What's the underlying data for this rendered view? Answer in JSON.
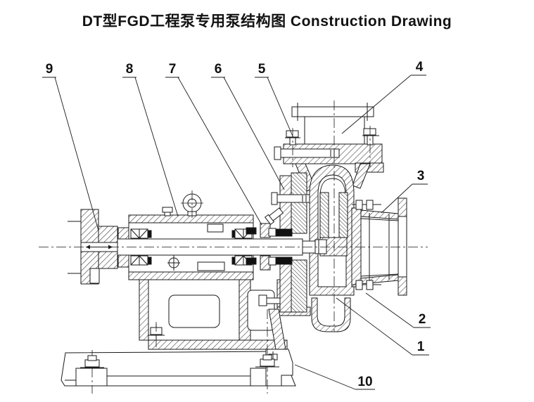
{
  "title": {
    "text": "DT型FGD工程泵专用泵结构图  Construction Drawing"
  },
  "drawing": {
    "kind": "pump-cross-section-construction-drawing",
    "colors": {
      "line": "#1a1a1a",
      "background": "#ffffff"
    }
  },
  "callouts": [
    {
      "label": "1"
    },
    {
      "label": "2"
    },
    {
      "label": "3"
    },
    {
      "label": "4"
    },
    {
      "label": "5"
    },
    {
      "label": "6"
    },
    {
      "label": "7"
    },
    {
      "label": "8"
    },
    {
      "label": "9"
    },
    {
      "label": "10"
    }
  ]
}
